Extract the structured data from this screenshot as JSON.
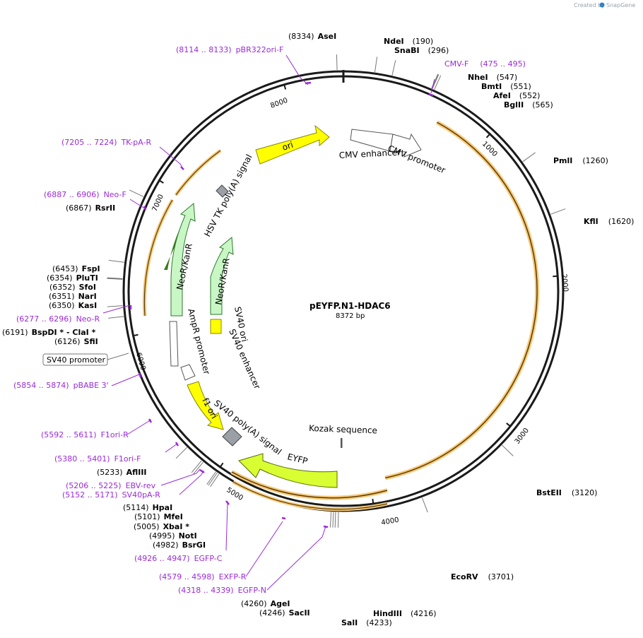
{
  "credit": {
    "prefix": "Created by",
    "brand": "SnapGene"
  },
  "plasmid": {
    "name": "pEYFP.N1-HDAC6",
    "length_label": "8372 bp",
    "length": 8372
  },
  "ticks": [
    "1000",
    "2000",
    "3000",
    "4000",
    "5000",
    "6000",
    "7000",
    "8000"
  ],
  "sites": [
    {
      "pos": "(8334)",
      "name": "AseI",
      "bp": 8334
    },
    {
      "pos": "(190)",
      "name": "NdeI",
      "bp": 190
    },
    {
      "pos": "(296)",
      "name": "SnaBI",
      "bp": 296
    },
    {
      "pos": "(547)",
      "name": "NheI",
      "bp": 547
    },
    {
      "pos": "(551)",
      "name": "BmtI",
      "bp": 551
    },
    {
      "pos": "(552)",
      "name": "AfeI",
      "bp": 552
    },
    {
      "pos": "(565)",
      "name": "BglII",
      "bp": 565
    },
    {
      "pos": "(1260)",
      "name": "PmlI",
      "bp": 1260
    },
    {
      "pos": "(1620)",
      "name": "KflI",
      "bp": 1620
    },
    {
      "pos": "(3120)",
      "name": "BstEII",
      "bp": 3120
    },
    {
      "pos": "(3701)",
      "name": "EcoRV",
      "bp": 3701
    },
    {
      "pos": "(4216)",
      "name": "HindIII",
      "bp": 4216
    },
    {
      "pos": "(4233)",
      "name": "SalI",
      "bp": 4233
    },
    {
      "pos": "(4246)",
      "name": "SacII",
      "bp": 4246
    },
    {
      "pos": "(4260)",
      "name": "AgeI",
      "bp": 4260
    },
    {
      "pos": "(4982)",
      "name": "BsrGI",
      "bp": 4982
    },
    {
      "pos": "(4995)",
      "name": "NotI",
      "bp": 4995
    },
    {
      "pos": "(5005)",
      "name": "XbaI *",
      "bp": 5005
    },
    {
      "pos": "(5101)",
      "name": "MfeI",
      "bp": 5101
    },
    {
      "pos": "(5114)",
      "name": "HpaI",
      "bp": 5114
    },
    {
      "pos": "(5233)",
      "name": "AflIII",
      "bp": 5233
    },
    {
      "pos": "(6126)",
      "name": "SfiI",
      "bp": 6126
    },
    {
      "pos": "(6191)",
      "name": "BspDI * - ClaI *",
      "bp": 6191
    },
    {
      "pos": "(6350)",
      "name": "KasI",
      "bp": 6350
    },
    {
      "pos": "(6351)",
      "name": "NarI",
      "bp": 6351
    },
    {
      "pos": "(6352)",
      "name": "SfoI",
      "bp": 6352
    },
    {
      "pos": "(6354)",
      "name": "PluTI",
      "bp": 6354
    },
    {
      "pos": "(6453)",
      "name": "FspI",
      "bp": 6453
    },
    {
      "pos": "(6867)",
      "name": "RsrII",
      "bp": 6867
    }
  ],
  "primers": [
    {
      "range": "(8114 .. 8133)",
      "name": "pBR322ori-F"
    },
    {
      "range": "(475 .. 495)",
      "name": "CMV-F"
    },
    {
      "range": "(7205 .. 7224)",
      "name": "TK-pA-R"
    },
    {
      "range": "(6887 .. 6906)",
      "name": "Neo-F"
    },
    {
      "range": "(6277 .. 6296)",
      "name": "Neo-R"
    },
    {
      "range": "(5854 .. 5874)",
      "name": "pBABE 3'"
    },
    {
      "range": "(5592 .. 5611)",
      "name": "F1ori-R"
    },
    {
      "range": "(5380 .. 5401)",
      "name": "F1ori-F"
    },
    {
      "range": "(5206 .. 5225)",
      "name": "EBV-rev"
    },
    {
      "range": "(5152 .. 5171)",
      "name": "SV40pA-R"
    },
    {
      "range": "(4926 .. 4947)",
      "name": "EGFP-C"
    },
    {
      "range": "(4579 .. 4598)",
      "name": "EXFP-R"
    },
    {
      "range": "(4318 .. 4339)",
      "name": "EGFP-N"
    }
  ],
  "features": {
    "ori": "ori",
    "cmv_enhancer": "CMV enhancer",
    "cmv_promoter": "CMV promoter",
    "hsv_tk": "HSV TK poly(A) signal",
    "neo_outer": "NeoR/KanR",
    "neo_inner": "NeoR/KanR",
    "sv40_ori": "SV40 ori",
    "sv40_enhancer": "SV40 enhancer",
    "ampr_promoter": "AmpR promoter",
    "f1_ori": "f1 ori",
    "sv40_polya": "SV40 poly(A) signal",
    "eyfp": "EYFP",
    "kozak": "Kozak sequence",
    "sv40_promoter": "SV40 promoter"
  },
  "colors": {
    "backbone": "#1a1a1a",
    "primer": "#9a2bd6",
    "ori_fill": "#ffff00",
    "neo_fill": "#c8f7c5",
    "eyfp_fill": "#d9ff33",
    "orf_highlight": "#f7c97a",
    "grey_feature": "#9aa0a6"
  }
}
